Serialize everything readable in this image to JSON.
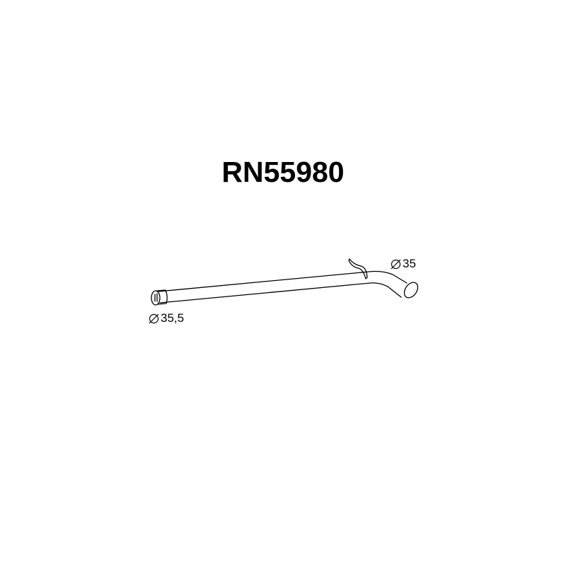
{
  "part_number": "RN55980",
  "dimensions": {
    "outlet_diameter": "35",
    "inlet_diameter": "35,5"
  },
  "colors": {
    "line": "#000000",
    "background": "#ffffff"
  },
  "icons": {
    "diameter_symbol": "diameter-icon"
  }
}
